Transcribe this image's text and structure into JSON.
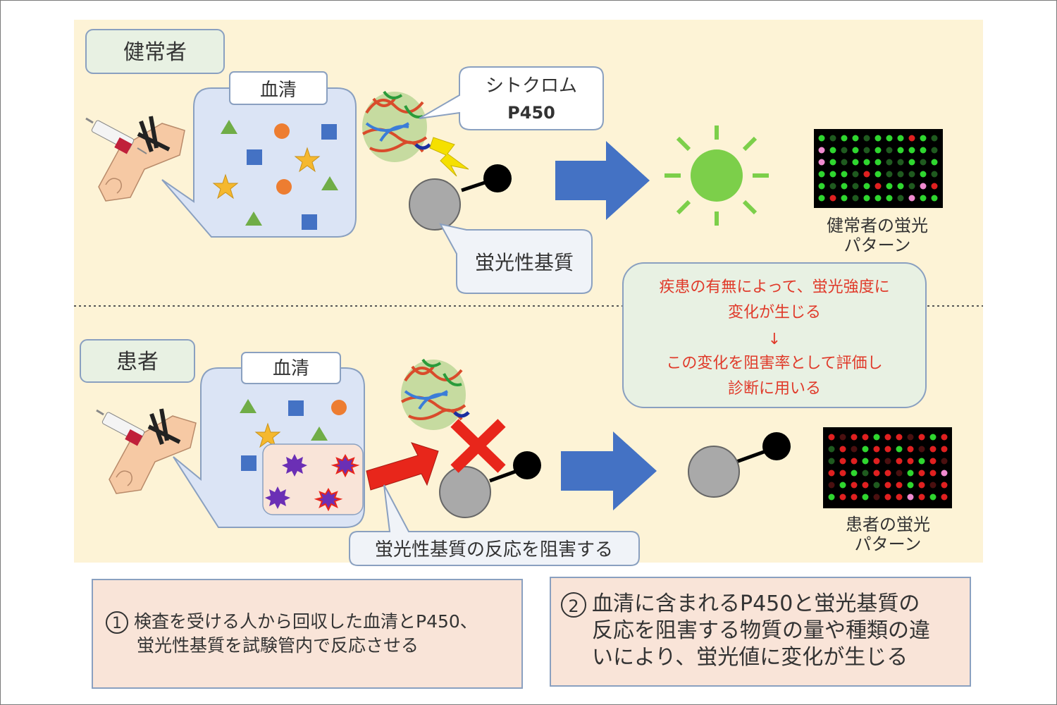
{
  "healthy": {
    "label": "健常者",
    "serum_label": "血清",
    "p450_label_line1": "シトクロム",
    "p450_label_line2": "P450",
    "substrate_label": "蛍光性基質",
    "pattern_label_line1": "健常者の蛍光",
    "pattern_label_line2": "パターン"
  },
  "patient": {
    "label": "患者",
    "serum_label": "血清",
    "inhibit_label": "蛍光性基質の反応を阻害する",
    "pattern_label_line1": "患者の蛍光",
    "pattern_label_line2": "パターン"
  },
  "note": {
    "line1": "疾患の有無によって、蛍光強度に",
    "line2": "変化が生じる",
    "arrow": "↓",
    "line3": "この変化を阻害率として評価し",
    "line4": "診断に用いる"
  },
  "step1": {
    "num": "1",
    "line1": "検査を受ける人から回収した血清とP450、",
    "line2": "蛍光性基質を試験管内で反応させる"
  },
  "step2": {
    "num": "2",
    "line1": "血清に含まれるP450と蛍光基質の",
    "line2": "反応を阻害する物質の量や種類の違",
    "line3": "いにより、蛍光値に変化が生じる"
  },
  "colors": {
    "panel_bg": "#fdf3d6",
    "label_box": "#e8f1e3",
    "bubble": "#dbe4f5",
    "arrow_blue": "#4472c4",
    "arrow_red": "#e8261b",
    "note_text": "#e03a2a",
    "sun": "#7ccf4a",
    "grey_ball": "#a9a9a9"
  },
  "icons": [
    "syringe-icon",
    "arm-icon",
    "protein-icon",
    "lightning-icon",
    "sun-icon",
    "cross-icon"
  ]
}
